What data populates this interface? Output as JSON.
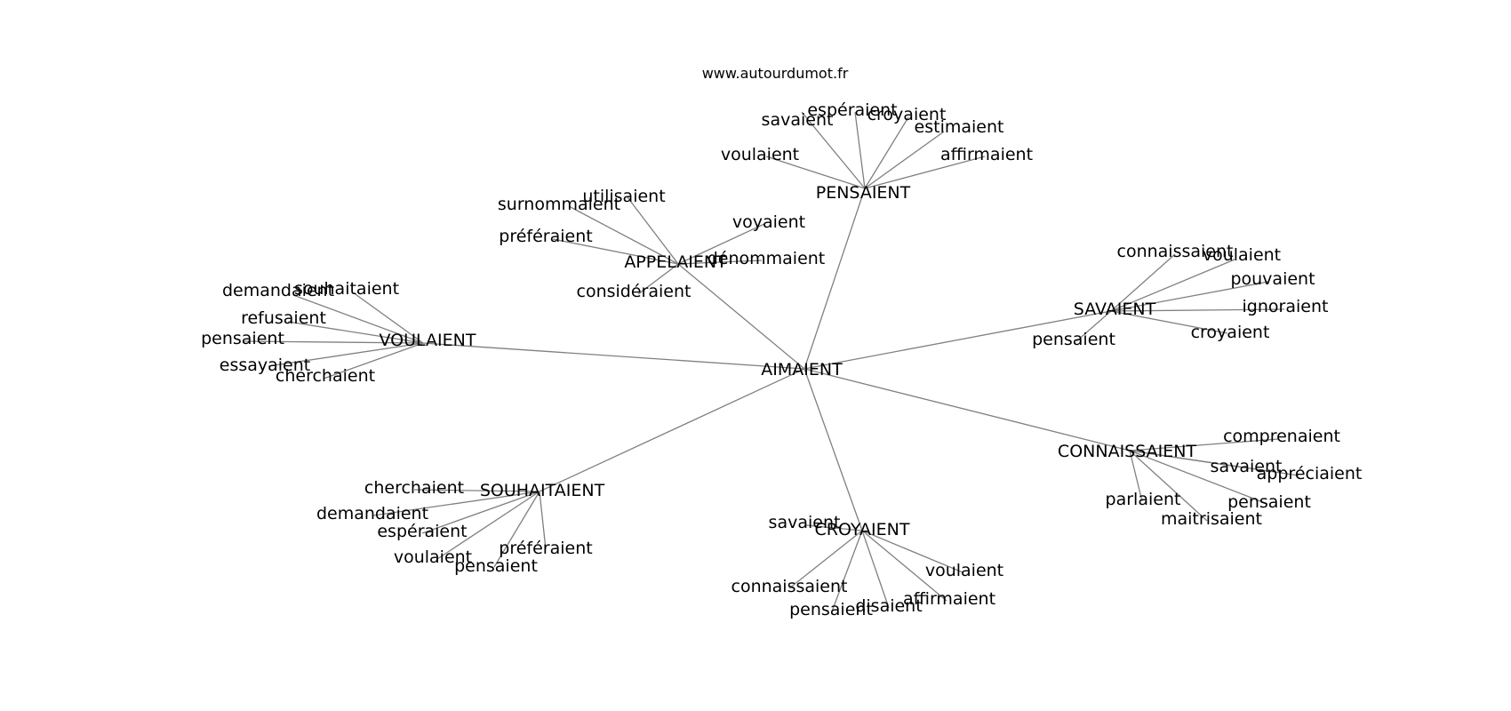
{
  "credit": "www.autourdumot.fr",
  "edge_color": "#808080",
  "text_color": "#000000",
  "center": {
    "id": "aimaient",
    "label": "AIMAIENT"
  },
  "clusters": [
    {
      "id": "pensaient",
      "label": "PENSAIENT",
      "leaves": [
        "voulaient",
        "savaient",
        "espéraient",
        "croyaient",
        "estimaient",
        "affirmaient"
      ]
    },
    {
      "id": "appelaient",
      "label": "APPELAIENT",
      "leaves": [
        "utilisaient",
        "surnommaient",
        "préféraient",
        "voyaient",
        "dénommaient",
        "considéraient"
      ]
    },
    {
      "id": "voulaient",
      "label": "VOULAIENT",
      "leaves": [
        "demandaient",
        "souhaitaient",
        "refusaient",
        "pensaient",
        "essayaient",
        "cherchaient"
      ]
    },
    {
      "id": "savaient",
      "label": "SAVAIENT",
      "leaves": [
        "connaissaient",
        "voulaient",
        "pouvaient",
        "ignoraient",
        "croyaient",
        "pensaient"
      ]
    },
    {
      "id": "connaissaient",
      "label": "CONNAISSAIENT",
      "leaves": [
        "comprenaient",
        "savaient",
        "appréciaient",
        "pensaient",
        "maitrisaient",
        "parlaient"
      ]
    },
    {
      "id": "souhaitaient",
      "label": "SOUHAITAIENT",
      "leaves": [
        "cherchaient",
        "demandaient",
        "espéraient",
        "voulaient",
        "pensaient",
        "préféraient"
      ]
    },
    {
      "id": "croyaient",
      "label": "CROYAIENT",
      "leaves": [
        "savaient",
        "connaissaient",
        "pensaient",
        "disaient",
        "affirmaient",
        "voulaient"
      ]
    }
  ]
}
